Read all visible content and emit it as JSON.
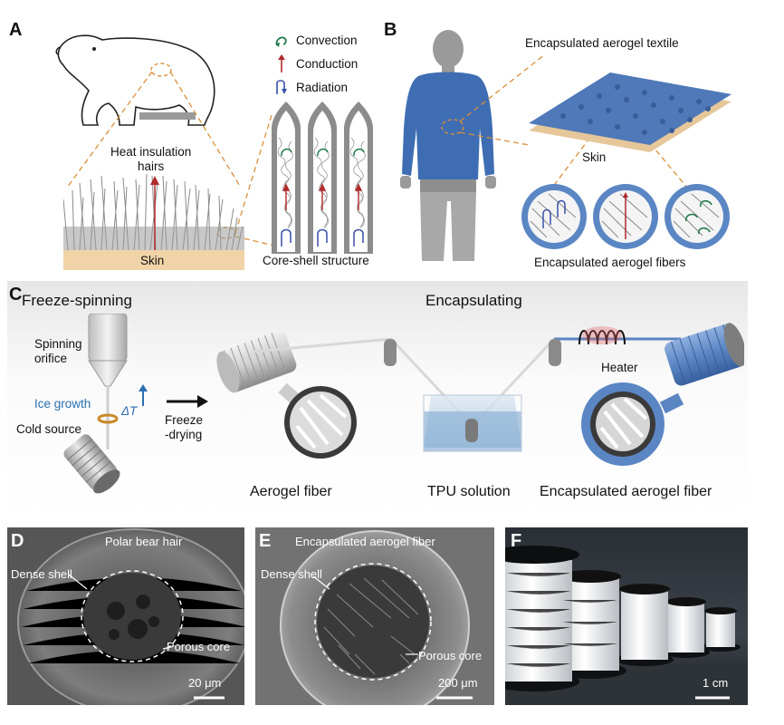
{
  "panelA": {
    "label": "A",
    "legend": {
      "convection": "Convection",
      "conduction": "Conduction",
      "radiation": "Radiation"
    },
    "heat_hairs": "Heat insulation\nhairs",
    "skin": "Skin",
    "core_shell": "Core-shell structure"
  },
  "panelB": {
    "label": "B",
    "textile": "Encapsulated aerogel textile",
    "skin": "Skin",
    "fibers": "Encapsulated aerogel fibers"
  },
  "panelC": {
    "label": "C",
    "freeze_spinning": "Freeze-spinning",
    "encapsulating": "Encapsulating",
    "spinning_orifice": "Spinning\norifice",
    "ice_growth": "Ice growth",
    "delta_t": "ΔT",
    "cold_source": "Cold source",
    "freeze_drying": "Freeze\n-drying",
    "heater": "Heater",
    "aerogel_fiber": "Aerogel fiber",
    "tpu_solution": "TPU solution",
    "encapsulated_fiber": "Encapsulated aerogel fiber"
  },
  "panelD": {
    "label": "D",
    "title": "Polar bear hair",
    "dense": "Dense shell",
    "porous": "Porous core",
    "scale": "20 μm"
  },
  "panelE": {
    "label": "E",
    "title": "Encapsulated aerogel fiber",
    "dense": "Dense shell",
    "porous": "Porous core",
    "scale": "200 μm"
  },
  "panelF": {
    "label": "F",
    "scale": "1 cm"
  },
  "colors": {
    "skin": "#f0d4a8",
    "person": "#3f6db3",
    "fiber_blue": "#5b86c4",
    "arrow_red": "#b02a2a",
    "conv_green": "#1f7a4a",
    "rad_blue": "#3a4fa8",
    "dash_orange": "#d9903a"
  }
}
